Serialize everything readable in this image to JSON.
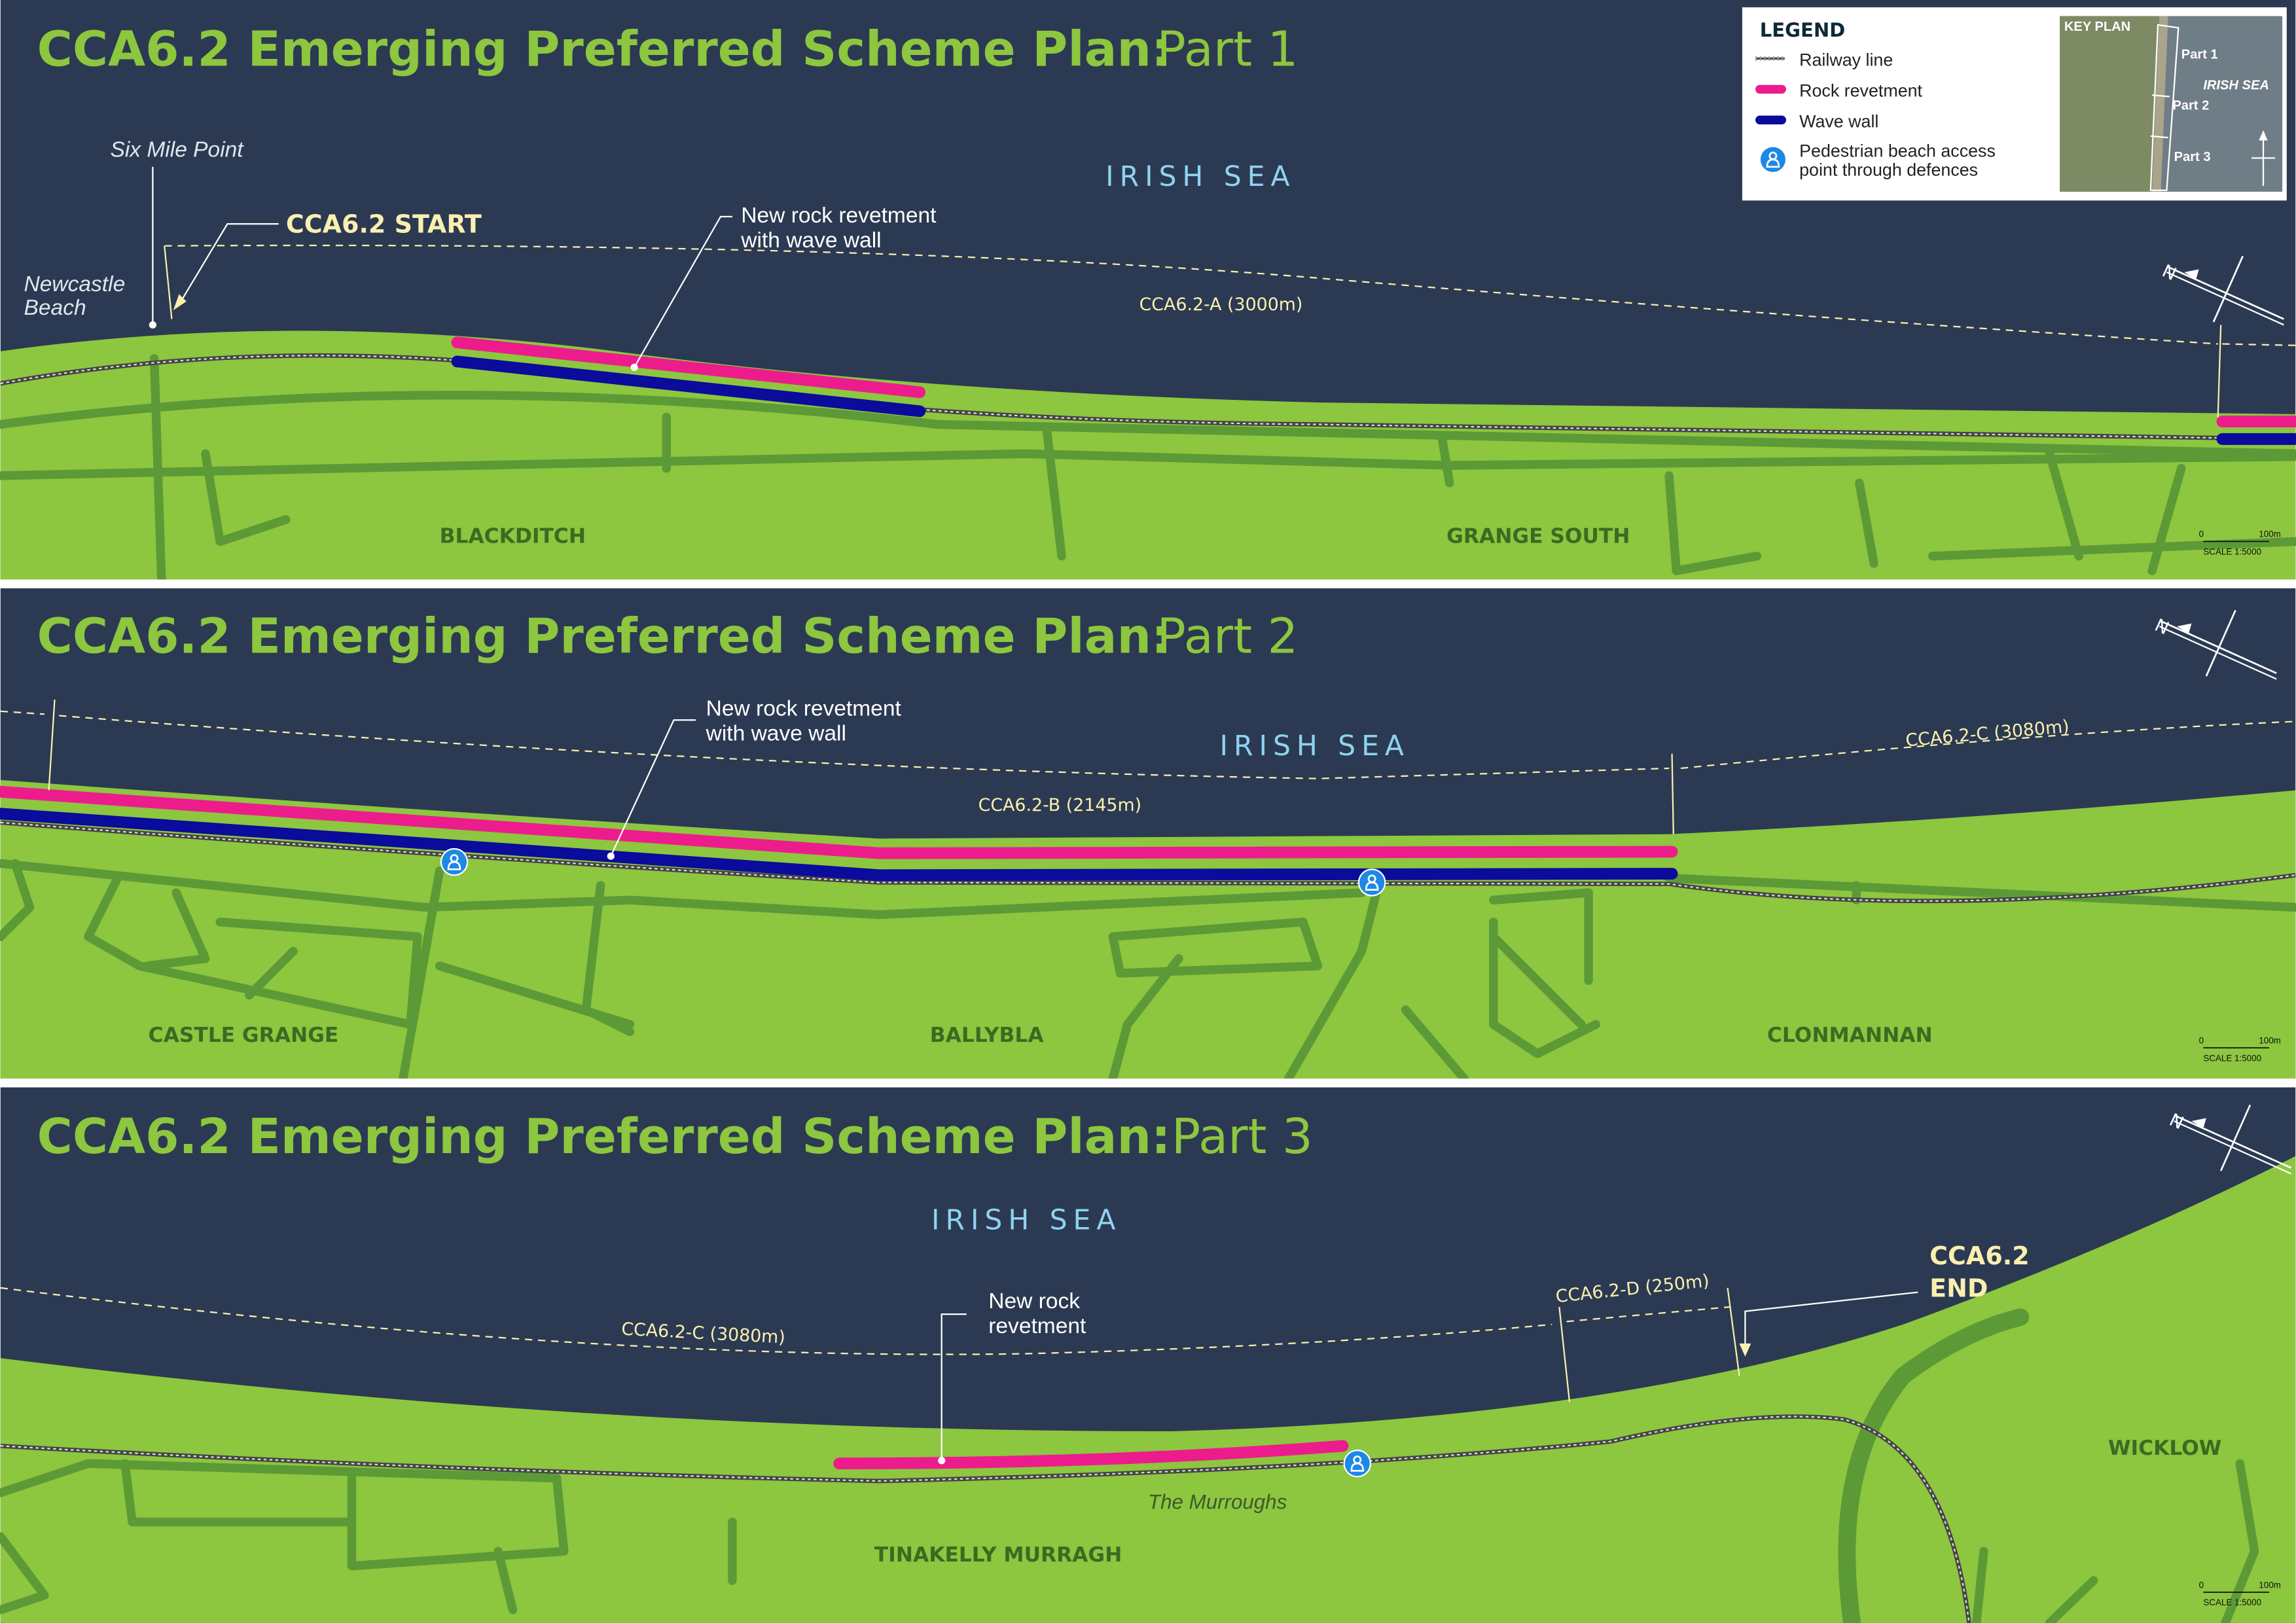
{
  "panels": [
    {
      "title_bold": "CCA6.2 Emerging Preferred Scheme Plan:",
      "title_part": "Part 1",
      "sea": "IRISH SEA",
      "places": [
        "BLACKDITCH",
        "GRANGE SOUTH"
      ],
      "points": {
        "six_mile": "Six Mile Point",
        "newcastle_1": "Newcastle",
        "newcastle_2": "Beach"
      },
      "start": "CCA6.2 START",
      "note": [
        "New rock revetment",
        "with wave wall"
      ],
      "dims": [
        "CCA6.2-A (3000m)"
      ]
    },
    {
      "title_bold": "CCA6.2 Emerging Preferred Scheme Plan:",
      "title_part": "Part 2",
      "sea": "IRISH SEA",
      "places": [
        "CASTLE GRANGE",
        "BALLYBLA",
        "CLONMANNAN"
      ],
      "note": [
        "New rock revetment",
        "with wave wall"
      ],
      "dims": [
        "CCA6.2-B (2145m)",
        "CCA6.2-C (3080m)"
      ]
    },
    {
      "title_bold": "CCA6.2 Emerging Preferred Scheme Plan:",
      "title_part": "Part 3",
      "sea": "IRISH SEA",
      "places": [
        "TINAKELLY MURRAGH",
        "WICKLOW"
      ],
      "points": {
        "murroughs": "The Murroughs"
      },
      "end": [
        "CCA6.2",
        "END"
      ],
      "note": [
        "New rock",
        "revetment"
      ],
      "dims": [
        "CCA6.2-C (3080m)",
        "CCA6.2-D (250m)"
      ]
    }
  ],
  "legend": {
    "title": "LEGEND",
    "items": [
      {
        "label": "Railway line",
        "icon": "railway-line-icon"
      },
      {
        "label": "Rock revetment",
        "color": "#ec1c8c"
      },
      {
        "label": "Wave wall",
        "color": "#0b0b9c"
      },
      {
        "label_1": "Pedestrian beach access",
        "label_2": "point through defences",
        "icon": "pedestrian-access-icon"
      }
    ]
  },
  "key_plan": {
    "title": "KEY PLAN",
    "sea": "IRISH SEA",
    "parts": [
      "Part 1",
      "Part 2",
      "Part 3"
    ]
  },
  "scale": {
    "zero": "0",
    "max": "100m",
    "label": "SCALE 1:5000"
  },
  "colors": {
    "sea": "#2b3a52",
    "land": "#8dc63f",
    "road": "#5c9a37",
    "revetment": "#ec1c8c",
    "wave_wall": "#0b0b9c",
    "access": "#1e88e5"
  }
}
